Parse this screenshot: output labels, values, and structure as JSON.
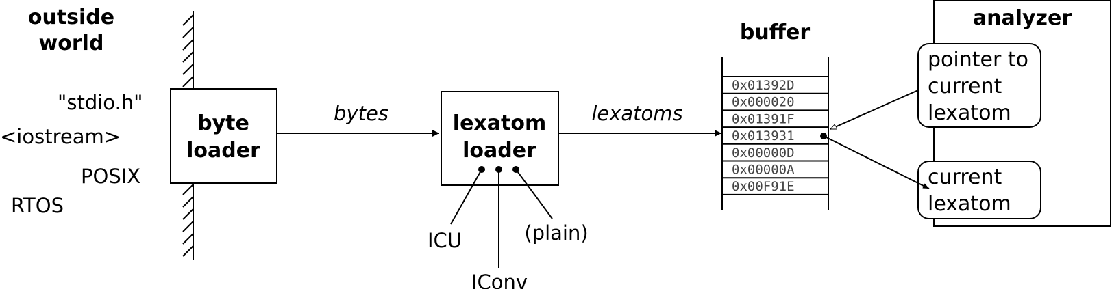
{
  "outside_world": {
    "title_line1": "outside",
    "title_line2": "world",
    "sources": [
      "\"stdio.h\"",
      "<iostream>",
      "POSIX",
      "RTOS"
    ]
  },
  "byte_loader": {
    "line1": "byte",
    "line2": "loader"
  },
  "arrow_bytes": "bytes",
  "lexatom_loader": {
    "line1": "lexatom",
    "line2": "loader"
  },
  "converters": [
    "ICU",
    "IConv",
    "(plain)"
  ],
  "arrow_lexatoms": "lexatoms",
  "buffer": {
    "title": "buffer",
    "cells": [
      "0x01392D",
      "0x000020",
      "0x01391F",
      "0x013931",
      "0x00000D",
      "0x00000A",
      "0x00F91E"
    ]
  },
  "analyzer": {
    "title": "analyzer",
    "pointer_line1": "pointer to",
    "pointer_line2": "current",
    "pointer_line3": "lexatom",
    "current_line1": "current",
    "current_line2": "lexatom"
  }
}
